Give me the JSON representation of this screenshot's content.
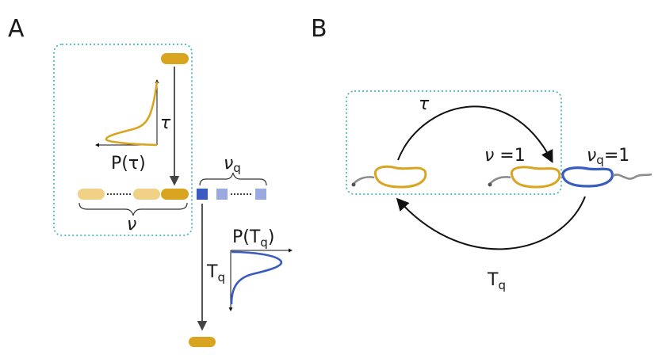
{
  "panel_a": {
    "letter": "A",
    "tau": "τ",
    "p_tau": "P(τ)",
    "nu": "ν",
    "nu_q": "νq",
    "t_q": "Tq",
    "p_tq": "P(Tq)"
  },
  "panel_b": {
    "letter": "B",
    "tau": "τ",
    "nu_eq": "ν =1",
    "nu_q_eq": "νq=1",
    "t_q": "Tq"
  },
  "colors": {
    "gold": "#d9a521",
    "gold_light": "#f0d185",
    "blue_dark": "#3a5bbf",
    "blue_light": "#9aaae0",
    "teal_dotted": "#4ab8c4",
    "grey": "#8c8c8c",
    "black": "#1a1a1a"
  }
}
